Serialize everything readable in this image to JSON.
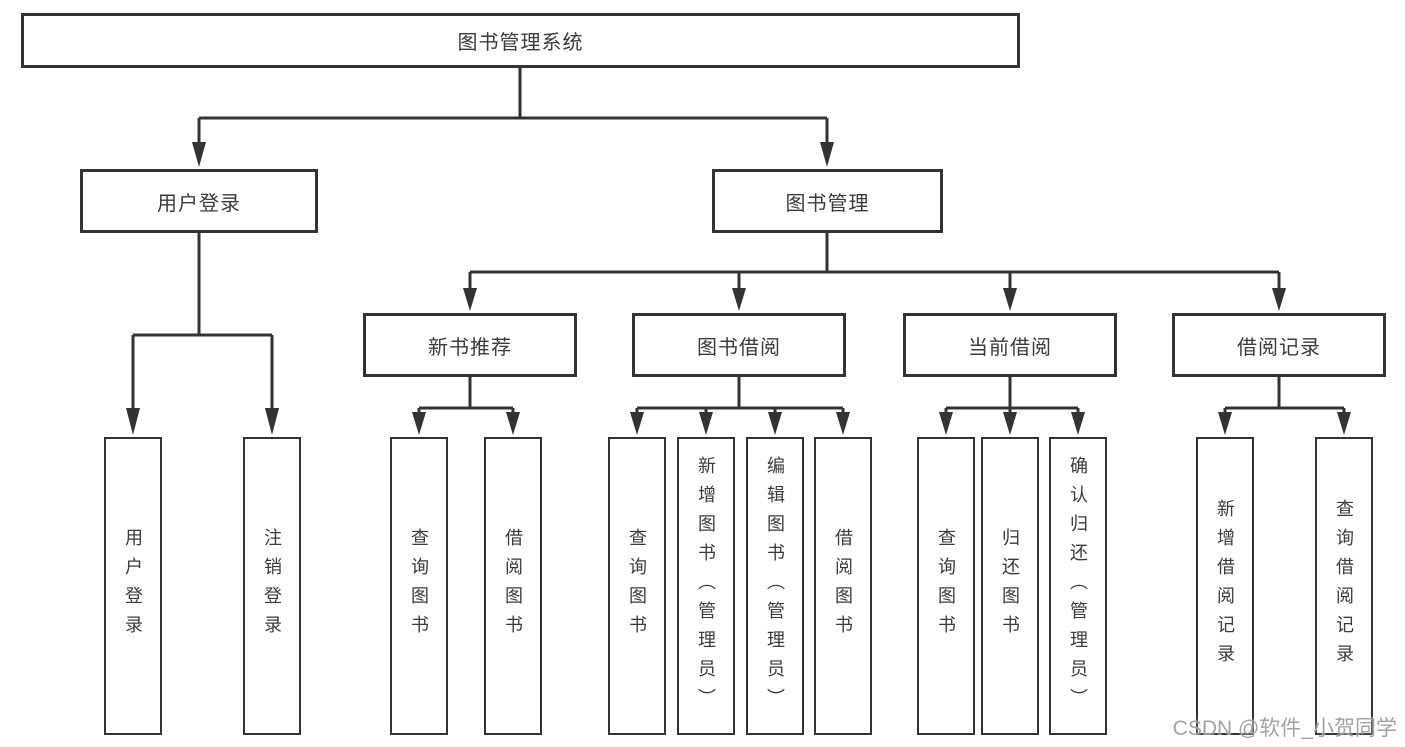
{
  "nodes": {
    "root": "图书管理系统",
    "level2": [
      {
        "label": "用户登录"
      },
      {
        "label": "图书管理"
      }
    ],
    "level3": [
      {
        "label": "新书推荐",
        "parent": "图书管理"
      },
      {
        "label": "图书借阅",
        "parent": "图书管理"
      },
      {
        "label": "当前借阅",
        "parent": "图书管理"
      },
      {
        "label": "借阅记录",
        "parent": "图书管理"
      }
    ],
    "leaves": [
      {
        "label": "用户登录",
        "parent": "用户登录"
      },
      {
        "label": "注销登录",
        "parent": "用户登录"
      },
      {
        "label": "查询图书",
        "parent": "新书推荐"
      },
      {
        "label": "借阅图书",
        "parent": "新书推荐"
      },
      {
        "label": "查询图书",
        "parent": "图书借阅"
      },
      {
        "label": "新增图书（管理员）",
        "parent": "图书借阅"
      },
      {
        "label": "编辑图书（管理员）",
        "parent": "图书借阅"
      },
      {
        "label": "借阅图书",
        "parent": "图书借阅"
      },
      {
        "label": "查询图书",
        "parent": "当前借阅"
      },
      {
        "label": "归还图书",
        "parent": "当前借阅"
      },
      {
        "label": "确认归还（管理员）",
        "parent": "当前借阅"
      },
      {
        "label": "新增借阅记录",
        "parent": "借阅记录"
      },
      {
        "label": "查询借阅记录",
        "parent": "借阅记录"
      }
    ]
  },
  "watermark": "CSDN @软件_小贺同学",
  "colors": {
    "line": "#333333",
    "box_border": "#333333",
    "box_fill": "#ffffff",
    "text": "#3b3b3b",
    "watermark": "#969696",
    "background": "#ffffff"
  }
}
